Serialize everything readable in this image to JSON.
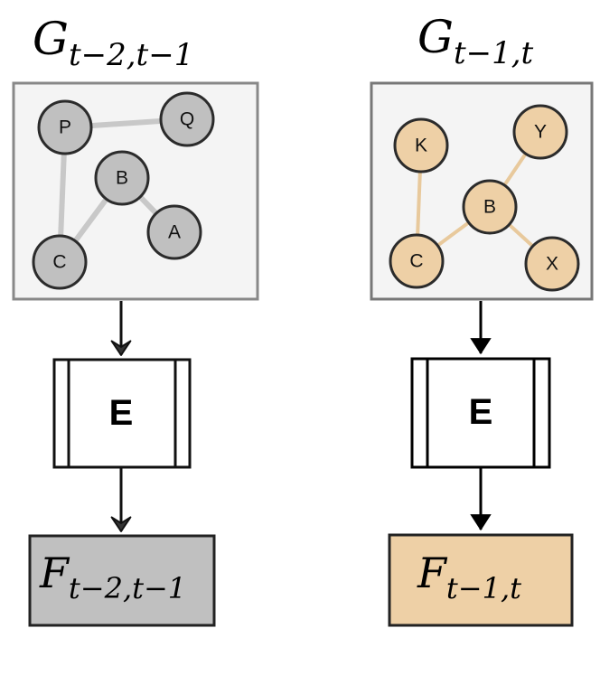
{
  "panels": [
    {
      "title_main": "G",
      "title_sub": "t−2,t−1",
      "encoder_label": "E",
      "output_main": "F",
      "output_sub": "t−2,t−1",
      "colors": {
        "node_fill": "#c0c0c0",
        "edge": "#c8c8c8",
        "output_fill": "#c0c0c0",
        "arrow_style": "open"
      },
      "nodes": [
        "P",
        "Q",
        "B",
        "C",
        "A"
      ],
      "edges": [
        [
          "P",
          "Q"
        ],
        [
          "P",
          "C"
        ],
        [
          "C",
          "B"
        ],
        [
          "B",
          "A"
        ]
      ]
    },
    {
      "title_main": "G",
      "title_sub": "t−1,t",
      "encoder_label": "E",
      "output_main": "F",
      "output_sub": "t−1,t",
      "colors": {
        "node_fill": "#eed0a6",
        "edge": "#e8c99c",
        "output_fill": "#eed0a6",
        "arrow_style": "filled"
      },
      "nodes": [
        "K",
        "Y",
        "B",
        "C",
        "X"
      ],
      "edges": [
        [
          "K",
          "C"
        ],
        [
          "C",
          "B"
        ],
        [
          "B",
          "Y"
        ],
        [
          "B",
          "X"
        ]
      ]
    }
  ]
}
